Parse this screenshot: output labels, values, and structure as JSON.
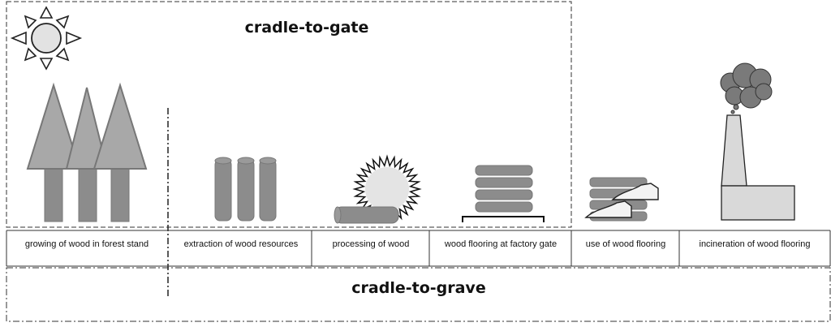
{
  "diagram": {
    "cradle_to_gate_label": "cradle-to-gate",
    "cradle_to_grave_label": "cradle-to-grave",
    "stages": [
      {
        "id": "growing",
        "label": "growing of wood in forest stand",
        "icon": "forest-trees-icon"
      },
      {
        "id": "extraction",
        "label": "extraction of wood resources",
        "icon": "logs-icon"
      },
      {
        "id": "processing",
        "label": "processing of wood",
        "icon": "circular-saw-icon"
      },
      {
        "id": "factory-gate",
        "label": "wood flooring at factory gate",
        "icon": "stacked-planks-icon"
      },
      {
        "id": "use",
        "label": "use of wood flooring",
        "icon": "shoes-on-floor-icon"
      },
      {
        "id": "incineration",
        "label": "incineration of wood flooring",
        "icon": "incinerator-icon"
      }
    ],
    "decor": {
      "sun_icon": "sun-icon"
    },
    "colors": {
      "fill_gray": "#8c8c8c",
      "fill_light": "#d9d9d9",
      "outline": "#333333",
      "smoke": "#7a7a7a"
    }
  }
}
